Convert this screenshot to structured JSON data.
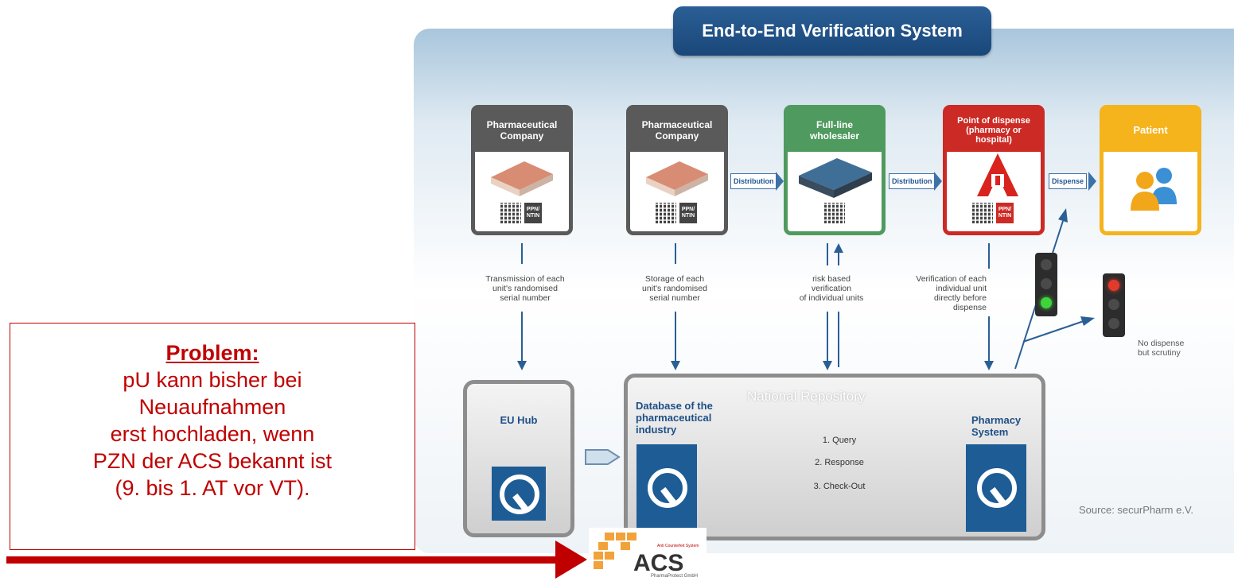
{
  "title": "End-to-End Verification System",
  "cards": [
    {
      "head": "Pharmaceutical\nCompany",
      "code": "PPN/\nNTIN",
      "color": "#5a5a5a"
    },
    {
      "head": "Pharmaceutical\nCompany",
      "code": "PPN/\nNTIN",
      "color": "#5a5a5a"
    },
    {
      "head": "Full-line\nwholesaler",
      "code": "",
      "color": "#4f9a5e"
    },
    {
      "head": "Point of dispense\n(pharmacy or\nhospital)",
      "code": "PPN/\nNTIN",
      "color": "#cc2a24"
    },
    {
      "head": "Patient",
      "code": "",
      "color": "#f5b31c"
    }
  ],
  "flows": [
    "Distribution",
    "Distribution",
    "Dispense"
  ],
  "descriptions": {
    "transmission": "Transmission of each\nunit's randomised\nserial number",
    "storage": "Storage of each\nunit's randomised\nserial number",
    "risk": "risk based\nverification\nof individual units",
    "verification": "Verification of each\nindividual unit\ndirectly before\ndispense",
    "no_dispense": "No dispense\nbut scrutiny"
  },
  "repository": {
    "title": "National Repository",
    "eu_hub": "EU Hub",
    "database": "Database of the\npharmaceutical\nindustry",
    "pharmacy": "Pharmacy\nSystem",
    "messages": [
      "1. Query",
      "2. Response",
      "3. Check-Out"
    ]
  },
  "source": "Source: securPharm e.V.",
  "problem": {
    "heading": "Problem:",
    "lines": [
      "pU kann bisher bei",
      "Neuaufnahmen",
      "erst hochladen, wenn",
      "PZN der ACS bekannt ist",
      "(9. bis 1. AT vor VT)."
    ]
  },
  "logo": {
    "name": "ACS",
    "tagline": "Anti Counterfeit System",
    "company": "PharmaProtect GmbH"
  },
  "colors": {
    "accent_blue": "#1e5c95",
    "problem_red": "#c00000",
    "green": "#4f9a5e",
    "red": "#cc2a24",
    "yellow": "#f5b31c"
  }
}
